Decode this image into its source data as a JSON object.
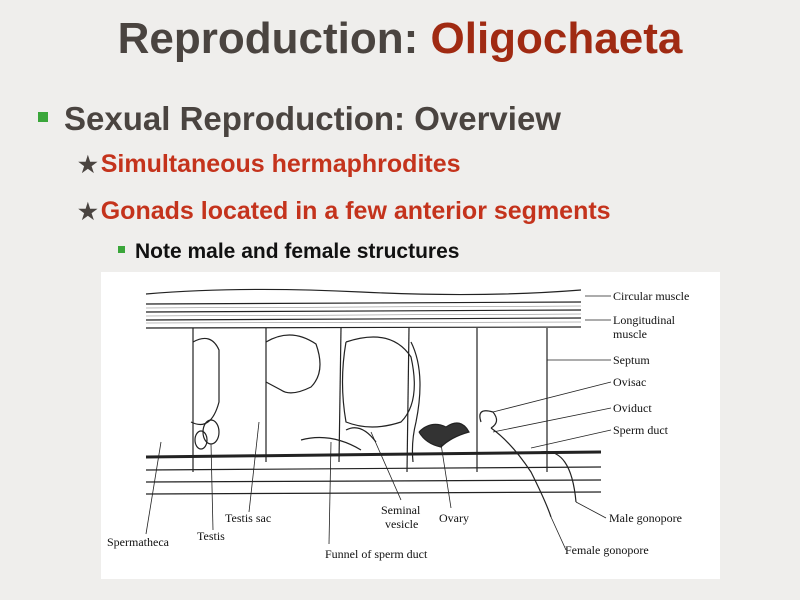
{
  "title": {
    "main": "Reproduction: ",
    "accent": "Oligochaeta"
  },
  "bullet1": "Sexual Reproduction: Overview",
  "subbullets": [
    "Simultaneous hermaphrodites",
    "Gonads located in a few anterior segments"
  ],
  "star_glyph": "★",
  "note": "Note male and female structures",
  "diagram_labels": {
    "circular_muscle": "Circular muscle",
    "longitudinal_muscle_1": "Longitudinal",
    "longitudinal_muscle_2": "muscle",
    "septum": "Septum",
    "ovisac": "Ovisac",
    "oviduct": "Oviduct",
    "sperm_duct": "Sperm duct",
    "male_gonopore": "Male gonopore",
    "female_gonopore": "Female gonopore",
    "ovary": "Ovary",
    "seminal_vesicle_1": "Seminal",
    "seminal_vesicle_2": "vesicle",
    "funnel": "Funnel of sperm duct",
    "testis_sac": "Testis sac",
    "testis": "Testis",
    "spermatheca": "Spermatheca"
  },
  "colors": {
    "title": "#4a4440",
    "accent": "#a02a12",
    "subbullet": "#c4331c",
    "bullet_square": "#3aa63a"
  }
}
